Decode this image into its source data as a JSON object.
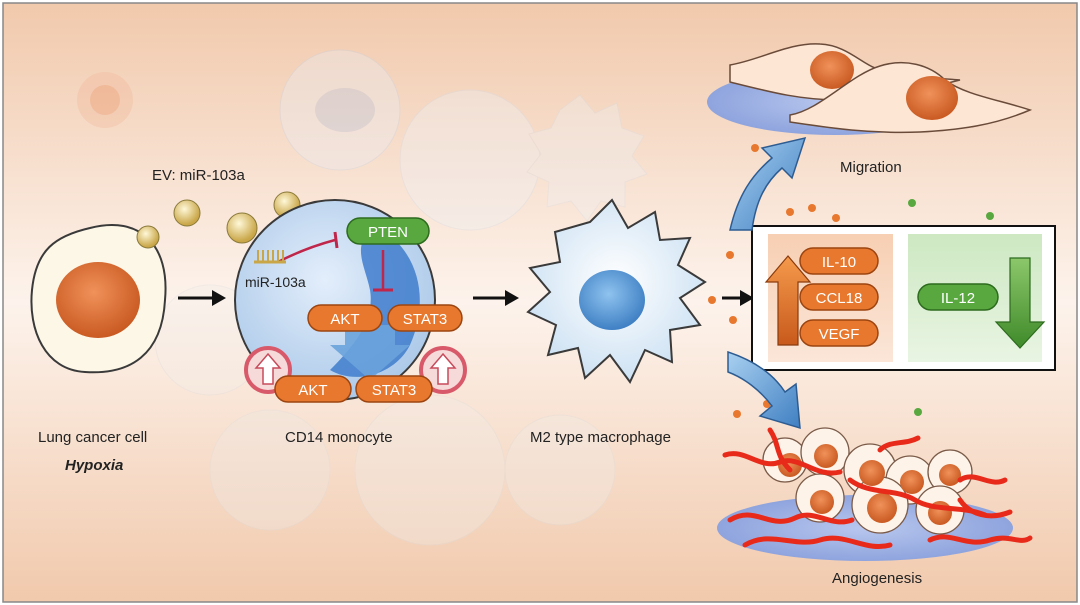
{
  "labels": {
    "lung_cancer_cell": "Lung cancer cell",
    "hypoxia": "Hypoxia",
    "ev": "EV: miR-103a",
    "mir": "miR-103a",
    "cd14": "CD14 monocyte",
    "m2": "M2 type macrophage",
    "migration": "Migration",
    "angiogenesis": "Angiogenesis"
  },
  "pills": {
    "pten": "PTEN",
    "akt_top": "AKT",
    "stat3_top": "STAT3",
    "akt_bottom": "AKT",
    "stat3_bottom": "STAT3",
    "il10": "IL-10",
    "ccl18": "CCL18",
    "vegf": "VEGF",
    "il12": "IL-12"
  },
  "colors": {
    "orange": "#e8782e",
    "green": "#58a83f",
    "blue": "#4d8fcf",
    "red_vessel": "#e82a1a"
  }
}
